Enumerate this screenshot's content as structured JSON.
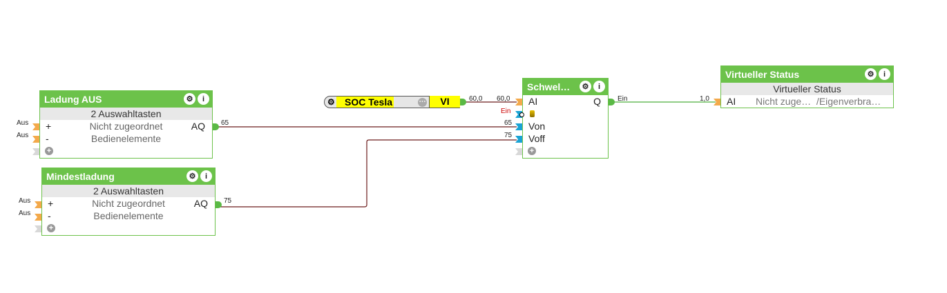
{
  "blocks": {
    "ladung_aus": {
      "title": "Ladung AUS",
      "subtitle": "2 Auswahltasten",
      "rows": [
        {
          "left": "+",
          "center": "Nicht zugeordnet",
          "right": "AQ"
        },
        {
          "left": "-",
          "center": "Bedienelemente",
          "right": ""
        }
      ],
      "inputs": [
        "Aus",
        "Aus"
      ],
      "output_value": "65"
    },
    "mindestladung": {
      "title": "Mindestladung",
      "subtitle": "2 Auswahltasten",
      "rows": [
        {
          "left": "+",
          "center": "Nicht zugeordnet",
          "right": "AQ"
        },
        {
          "left": "-",
          "center": "Bedienelemente",
          "right": ""
        }
      ],
      "inputs": [
        "Aus",
        "Aus"
      ],
      "output_value": "75"
    },
    "soc_tesla": {
      "name": "SOC Tesla",
      "type": "VI",
      "output_value": "60,0"
    },
    "schwellwert": {
      "title": "Schwel…",
      "inputs": [
        {
          "name": "AI",
          "value": "60,0"
        },
        {
          "name": "",
          "value": "Ein",
          "icon": "battery-icon"
        },
        {
          "name": "Von",
          "value": "65"
        },
        {
          "name": "Voff",
          "value": "75"
        }
      ],
      "output": {
        "name": "Q",
        "value": "Ein"
      }
    },
    "virtueller_status": {
      "title": "Virtueller Status",
      "subtitle": "Virtueller Status",
      "row": {
        "left": "AI",
        "center": "Nicht zuge…  /Eigenverbra…"
      },
      "input_value": "1,0"
    }
  },
  "colors": {
    "block_green": "#6cc24a",
    "wire_analog": "#6b1a1a",
    "wire_digital": "#4caf3a",
    "pin_orange": "#f3a94b",
    "pin_blue": "#1aa3d4",
    "vi_yellow": "#ffff00"
  },
  "icons": {
    "settings": "⚙",
    "info": "i",
    "add": "+",
    "more": "⋯"
  }
}
